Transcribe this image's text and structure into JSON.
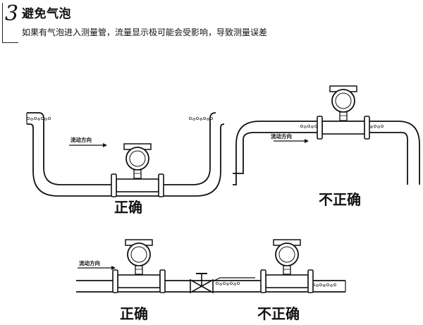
{
  "header": {
    "number": "3",
    "title": "避免气泡",
    "description": "如果有气泡进入测量管，流量显示极可能会受影响，导致测量误差"
  },
  "scenes": {
    "u_pipe": {
      "flow_label": "流动方向",
      "verdict": "正确"
    },
    "inverted_pipe": {
      "verdict": "不正确"
    },
    "straight_correct": {
      "flow_label": "流动方向",
      "verdict": "正确"
    },
    "straight_incorrect": {
      "verdict": "不正确"
    }
  },
  "colors": {
    "line": "#111111",
    "bubble": "#333333"
  }
}
